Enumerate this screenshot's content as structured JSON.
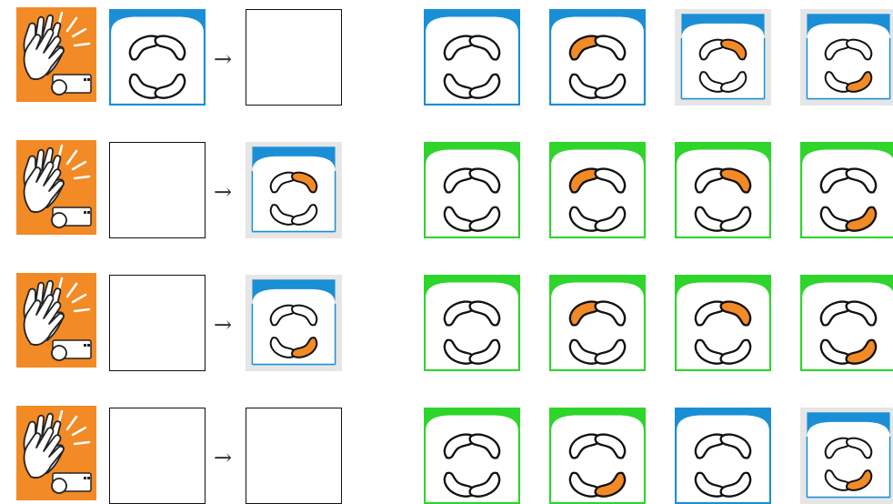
{
  "palette": {
    "blue": "#1a8fd6",
    "green": "#2ed52b",
    "orange": "#f28a25",
    "outline": "#111111",
    "panel_bg": "#e6e6e6"
  },
  "arrow_glyph": "→",
  "clap_icon": "clapping-hands-projector-icon",
  "rows": [
    {
      "prompt": {
        "first": {
          "header": "blue",
          "active": []
        },
        "second": null
      },
      "options": [
        {
          "header": "blue",
          "active": [],
          "panel": false
        },
        {
          "header": "blue",
          "active": [
            0
          ],
          "panel": false
        },
        {
          "header": "blue",
          "active": [
            1
          ],
          "panel": true
        },
        {
          "header": "blue",
          "active": [
            3
          ],
          "panel": true
        }
      ]
    },
    {
      "prompt": {
        "first": null,
        "second": {
          "header": "blue",
          "active": [
            1
          ],
          "panel": true
        }
      },
      "options": [
        {
          "header": "green",
          "active": [],
          "panel": false
        },
        {
          "header": "green",
          "active": [
            0
          ],
          "panel": false
        },
        {
          "header": "green",
          "active": [
            1
          ],
          "panel": false
        },
        {
          "header": "green",
          "active": [
            3
          ],
          "panel": false
        }
      ]
    },
    {
      "prompt": {
        "first": null,
        "second": {
          "header": "blue",
          "active": [
            3
          ],
          "panel": true
        }
      },
      "options": [
        {
          "header": "green",
          "active": [],
          "panel": false
        },
        {
          "header": "green",
          "active": [
            0
          ],
          "panel": false
        },
        {
          "header": "green",
          "active": [
            1
          ],
          "panel": false
        },
        {
          "header": "green",
          "active": [
            3
          ],
          "panel": false
        }
      ]
    },
    {
      "prompt": {
        "first": null,
        "second": null
      },
      "options": [
        {
          "header": "green",
          "active": [],
          "panel": false
        },
        {
          "header": "green",
          "active": [
            3
          ],
          "panel": false
        },
        {
          "header": "blue",
          "active": [],
          "panel": false
        },
        {
          "header": "blue",
          "active": [
            3
          ],
          "panel": true
        }
      ]
    }
  ]
}
